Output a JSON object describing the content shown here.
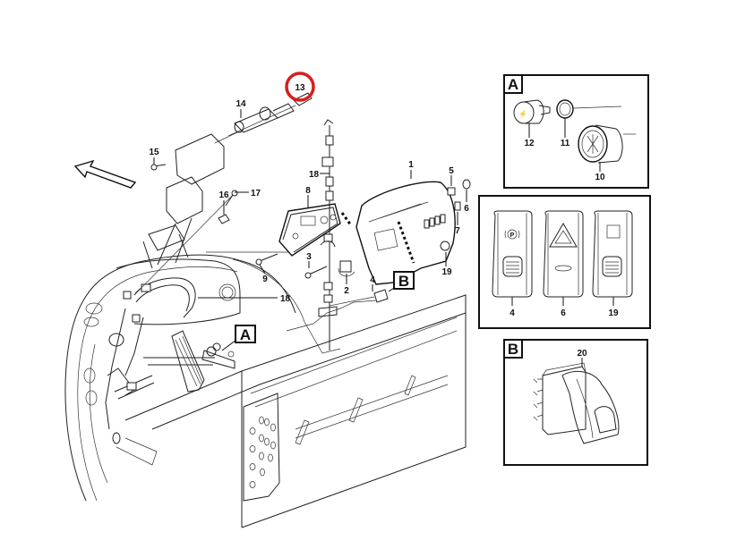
{
  "diagram": {
    "highlight_color": "#d81e1e",
    "highlighted_part": "13",
    "callout_labels": [
      "1",
      "2",
      "3",
      "4",
      "5",
      "6",
      "7",
      "8",
      "9",
      "13",
      "14",
      "15",
      "16",
      "17",
      "18",
      "18",
      "19"
    ],
    "labels": {
      "p1": "1",
      "p2": "2",
      "p3": "3",
      "p4": "4",
      "p5": "5",
      "p6": "6",
      "p7": "7",
      "p8": "8",
      "p9": "9",
      "p13": "13",
      "p14": "14",
      "p15": "15",
      "p16": "16",
      "p17": "17",
      "p18a": "18",
      "p18b": "18",
      "p19": "19"
    },
    "detail_refs": {
      "a": "A",
      "b": "B"
    },
    "direction_arrow_icon": "arrow-forward-icon"
  },
  "insets": {
    "a": {
      "letter": "A",
      "labels": {
        "p12": "12",
        "p11": "11",
        "p10": "10"
      }
    },
    "switches": {
      "labels": {
        "p4": "4",
        "p6": "6",
        "p19": "19"
      }
    },
    "b": {
      "letter": "B",
      "labels": {
        "p20": "20"
      }
    }
  }
}
